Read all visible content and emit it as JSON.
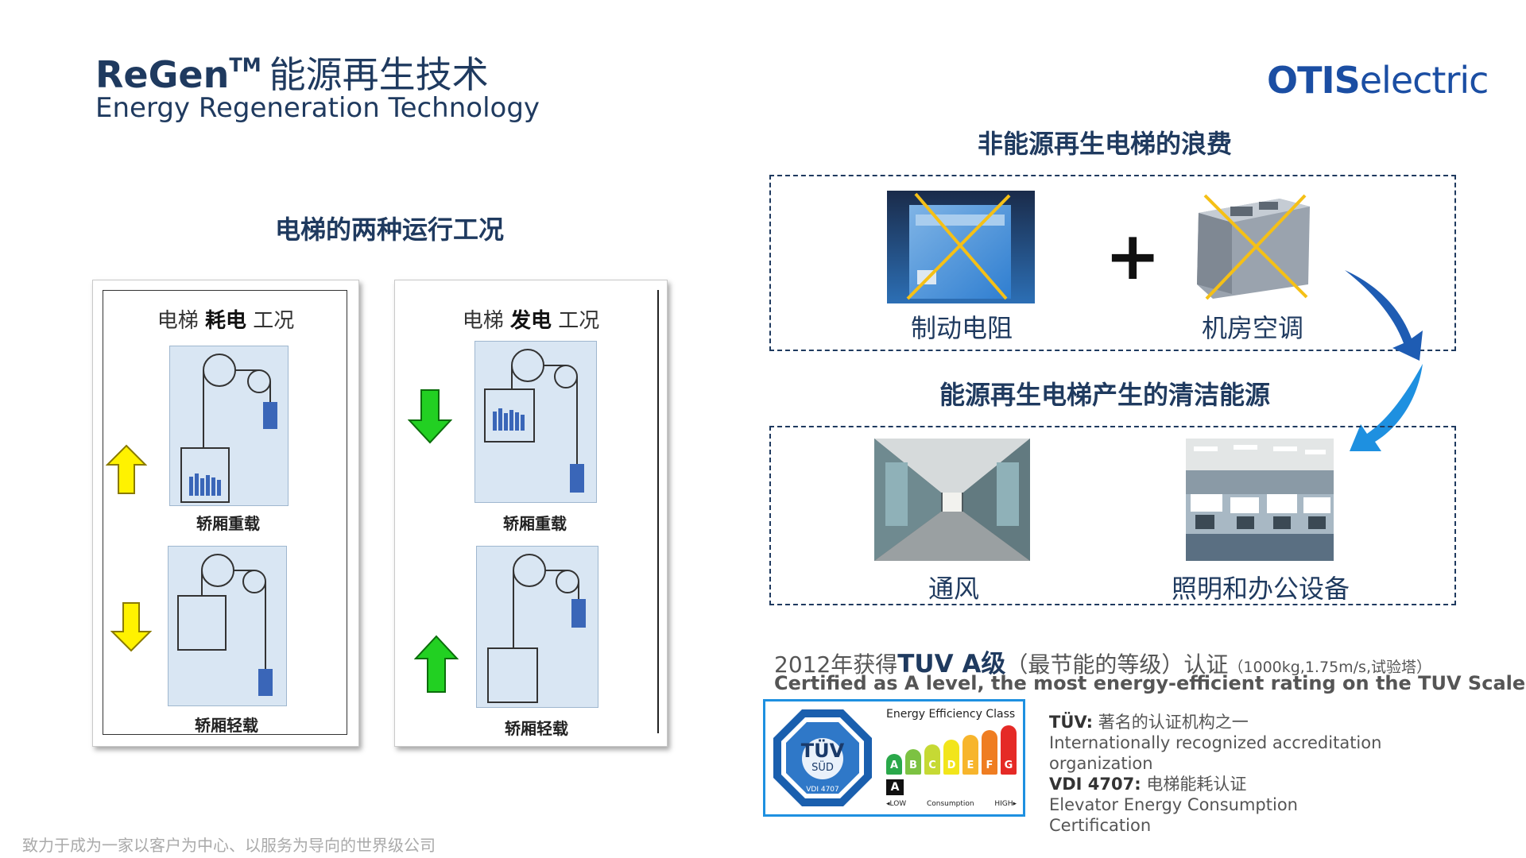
{
  "header": {
    "title_brand": "ReGen",
    "title_tm": "TM",
    "title_cn": "能源再生技术",
    "subtitle": "Energy Regeneration Technology",
    "logo_bold": "OTIS",
    "logo_light": "electric"
  },
  "left": {
    "section_title": "电梯的两种运行工况",
    "panel_consume": {
      "prefix": "电梯 ",
      "keyword": "耗电",
      "suffix": " 工况",
      "label_heavy": "轿厢重载",
      "label_light": "轿厢轻载"
    },
    "panel_generate": {
      "prefix": "电梯 ",
      "keyword": "发电",
      "suffix": " 工况",
      "label_heavy": "轿厢重载",
      "label_light": "轿厢轻载"
    }
  },
  "right": {
    "waste_title": "非能源再生电梯的浪费",
    "waste_items": [
      {
        "label": "制动电阻"
      },
      {
        "label": "机房空调"
      }
    ],
    "plus": "+",
    "clean_title": "能源再生电梯产生的清洁能源",
    "clean_items": [
      {
        "label": "通风"
      },
      {
        "label": "照明和办公设备"
      }
    ]
  },
  "certification": {
    "cn_prefix": "2012年获得",
    "cn_tuv": "TUV A级",
    "cn_suffix": "（最节能的等级）认证",
    "cn_note": "（1000kg,1.75m/s,试验塔）",
    "en": "Certified as A level, the most energy-efficient rating on the TUV Scale",
    "badge_title": "Energy Efficiency Class",
    "badge_tuv": "TÜV",
    "badge_sud": "SÜD",
    "badge_vdi": "VDI 4707",
    "badge_low": "◂LOW",
    "badge_consumption": "Consumption",
    "badge_high": "HIGH▸",
    "classes": [
      "A",
      "B",
      "C",
      "D",
      "E",
      "F",
      "G"
    ],
    "class_colors": [
      "#2aa84a",
      "#7cc242",
      "#c6d934",
      "#f2e51b",
      "#f7b52c",
      "#ef7d22",
      "#e52a26"
    ],
    "selected_class": "A",
    "info_tuv_label": "TÜV:",
    "info_tuv_cn": " 著名的认证机构之一",
    "info_tuv_en": "Internationally recognized accreditation organization",
    "info_vdi_label": "VDI 4707:",
    "info_vdi_cn": " 电梯能耗认证",
    "info_vdi_en": "Elevator Energy Consumption Certification"
  },
  "footer": "致力于成为一家以客户为中心、以服务为导向的世界级公司"
}
